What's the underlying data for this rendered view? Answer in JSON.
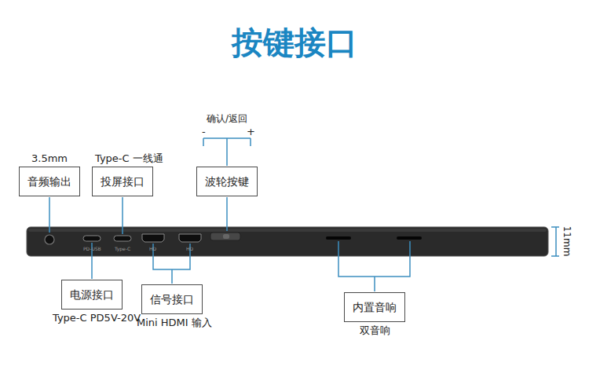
{
  "diagram": {
    "title": "按键接口",
    "nodes": [
      {
        "text": [
          "3.5mm",
          "音频输出"
        ]
      },
      {
        "text": [
          "Type-C 一线通",
          "投屏接口"
        ]
      },
      {
        "text": [
          "波轮按键"
        ]
      },
      {
        "text": [
          "电源接口",
          "Type-C PD5V-20V"
        ]
      },
      {
        "text": [
          "信号接口",
          "Mini HDMI 输入"
        ]
      },
      {
        "text": [
          "内置音响",
          "双音响"
        ]
      }
    ],
    "labels": [
      "确认/返回",
      "-",
      "+",
      "11mm",
      "PD-USB",
      "Type-C",
      "HD",
      "HD"
    ]
  }
}
